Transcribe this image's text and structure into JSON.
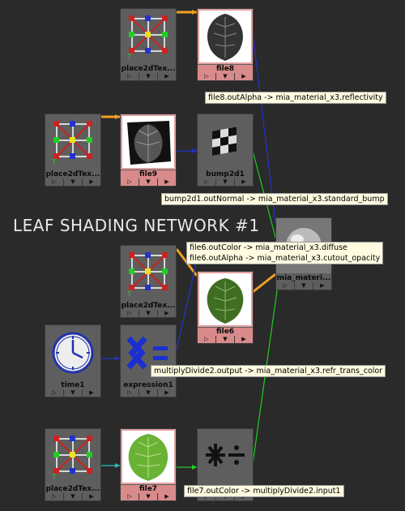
{
  "title": "LEAF SHADING NETWORK #1",
  "nodes": {
    "place2d_a": {
      "label": "place2dTex..."
    },
    "file8": {
      "label": "file8"
    },
    "place2d_b": {
      "label": "place2dTex..."
    },
    "file9": {
      "label": "file9"
    },
    "bump2d1": {
      "label": "bump2d1"
    },
    "mia": {
      "label": "mia_materi..."
    },
    "place2d_c": {
      "label": "place2dTex..."
    },
    "file6": {
      "label": "file6"
    },
    "time1": {
      "label": "time1"
    },
    "expression1": {
      "label": "expression1"
    },
    "place2d_d": {
      "label": "place2dTex..."
    },
    "file7": {
      "label": "file7"
    },
    "multiply": {
      "label": ""
    }
  },
  "ports": {
    "left": "▷",
    "mid": "▼",
    "right": "▶"
  },
  "tooltips": {
    "file8": "file8.outAlpha -> mia_material_x3.reflectivity",
    "bump": "bump2d1.outNormal -> mia_material_x3.standard_bump",
    "file6_a": "file6.outColor -> mia_material_x3.diffuse",
    "file6_b": "file6.outAlpha -> mia_material_x3.cutout_opacity",
    "multiply": "multiplyDivide2.output -> mia_material_x3.refr_trans_color",
    "file7": "file7.outColor -> multiplyDivide2.input1"
  },
  "colors": {
    "background": "#2a2a2a",
    "node": "#5e5e5e",
    "selected": "#d98a8a",
    "tooltip": "#fffbe0",
    "connection_blue": "#2233cc",
    "connection_green": "#22cc22",
    "connection_orange": "#f0a020",
    "connection_cyan": "#20c0c0"
  }
}
